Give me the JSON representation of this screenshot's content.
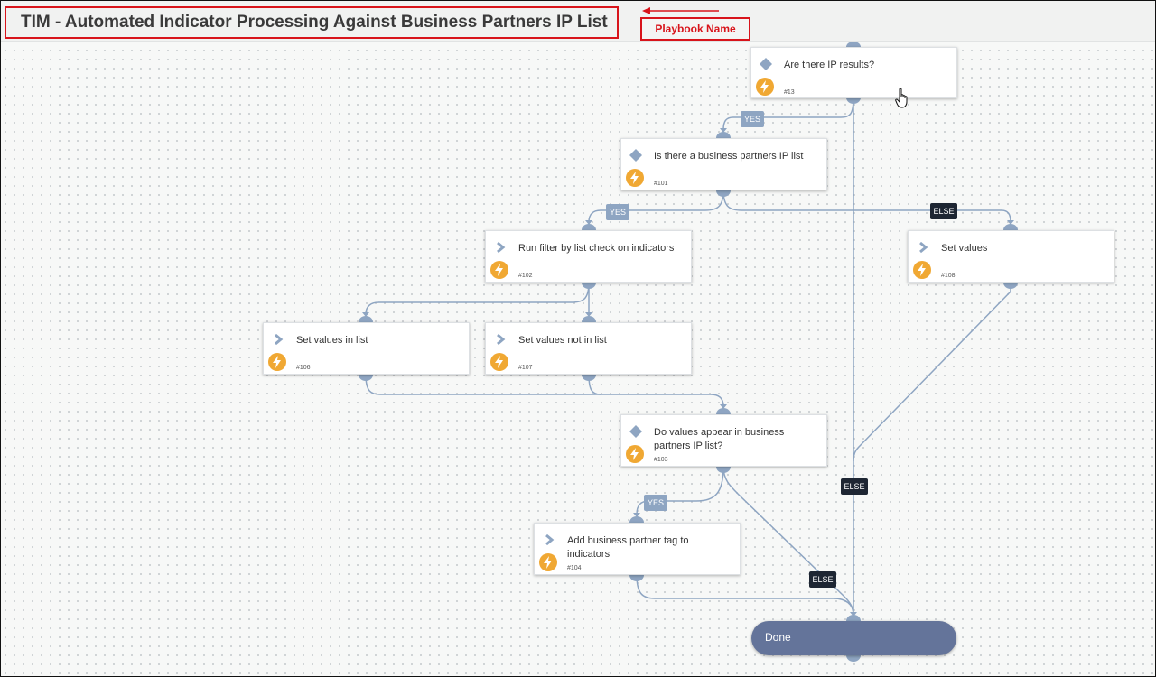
{
  "playbook": {
    "title": "TIM - Automated Indicator Processing Against Business Partners IP List",
    "annotation_label": "Playbook Name"
  },
  "icons": {
    "condition": "diamond-icon",
    "task": "chevron-right-icon",
    "automation": "lightning-bolt-icon",
    "cursor": "hand-pointer-icon"
  },
  "colors": {
    "annotation_red": "#d8141b",
    "wire": "#8ea5c2",
    "bolt": "#f0a833",
    "done": "#64749a",
    "else_tag": "#1e2633"
  },
  "nodes": {
    "n13": {
      "label": "Are there IP results?",
      "id": "#13"
    },
    "n101": {
      "label": "Is there a business partners IP list",
      "id": "#101"
    },
    "n102": {
      "label": "Run filter by list check on indicators",
      "id": "#102"
    },
    "n108": {
      "label": "Set values",
      "id": "#108"
    },
    "n106": {
      "label": "Set values in list",
      "id": "#106"
    },
    "n107": {
      "label": "Set values not in list",
      "id": "#107"
    },
    "n103": {
      "label": "Do values appear in business partners IP list?",
      "id": "#103"
    },
    "n104": {
      "label": "Add business partner tag to indicators",
      "id": "#104"
    },
    "done": {
      "label": "Done"
    }
  },
  "edges": {
    "yes": "YES",
    "else": "ELSE"
  }
}
